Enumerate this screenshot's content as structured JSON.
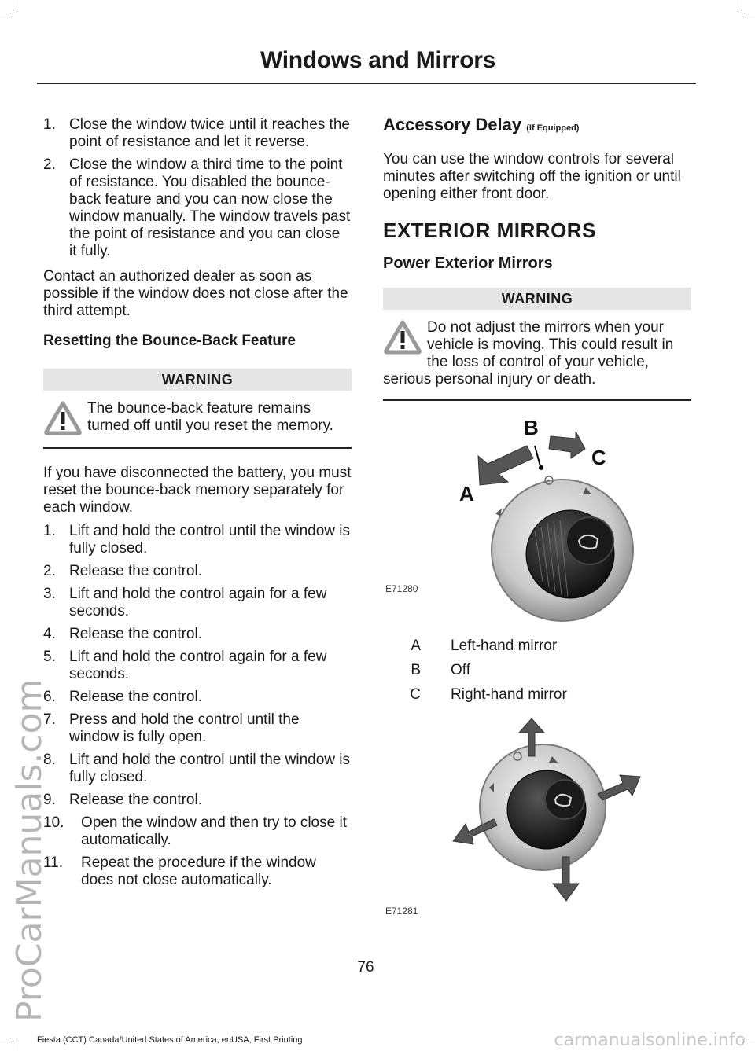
{
  "header": {
    "title": "Windows and Mirrors"
  },
  "watermark": "ProCarManuals.com",
  "left": {
    "steps_a": [
      {
        "num": "1.",
        "text": "Close the window twice until it reaches the point of resistance and let it reverse."
      },
      {
        "num": "2.",
        "text": "Close the window a third time to the point of resistance. You disabled the bounce-back feature and you can now close the window manually. The window travels past the point of resistance and you can close it fully."
      }
    ],
    "contact_para": "Contact an authorized dealer as soon as possible if the window does not close after the third attempt.",
    "reset_heading": "Resetting the Bounce-Back Feature",
    "warning1": {
      "head": "WARNING",
      "text": "The bounce-back feature remains turned off until you reset the memory."
    },
    "battery_para": "If you have disconnected the battery, you must reset the bounce-back memory separately for each window.",
    "steps_b": [
      {
        "num": "1.",
        "text": "Lift and hold the control until the window is fully closed."
      },
      {
        "num": "2.",
        "text": "Release the control."
      },
      {
        "num": "3.",
        "text": "Lift and hold the control again for a few seconds."
      },
      {
        "num": "4.",
        "text": "Release the control."
      },
      {
        "num": "5.",
        "text": "Lift and hold the control again for a few seconds."
      },
      {
        "num": "6.",
        "text": "Release the control."
      },
      {
        "num": "7.",
        "text": "Press and hold the control until the window is fully open."
      },
      {
        "num": "8.",
        "text": "Lift and hold the control until the window is fully closed."
      },
      {
        "num": "9.",
        "text": "Release the control."
      }
    ],
    "steps_c": [
      {
        "num": "10.",
        "text": "Open the window and then try to close it automatically."
      },
      {
        "num": "11.",
        "text": "Repeat the procedure if the window does not close automatically."
      }
    ]
  },
  "right": {
    "accessory_heading": "Accessory Delay",
    "accessory_tag": "(If Equipped)",
    "accessory_para": "You can use the window controls for several minutes after switching off the ignition or until opening either front door.",
    "section_heading": "EXTERIOR MIRRORS",
    "sub_heading": "Power Exterior Mirrors",
    "warning2": {
      "head": "WARNING",
      "text": "Do not adjust the mirrors when your vehicle is moving. This could result in the loss of control of your vehicle, serious personal injury or death."
    },
    "figure1": {
      "code": "E71280",
      "label_a": "A",
      "label_b": "B",
      "label_c": "C"
    },
    "legend": [
      {
        "key": "A",
        "value": "Left-hand mirror"
      },
      {
        "key": "B",
        "value": "Off"
      },
      {
        "key": "C",
        "value": "Right-hand mirror"
      }
    ],
    "figure2": {
      "code": "E71281"
    }
  },
  "page_number": "76",
  "footer": "Fiesta (CCT) Canada/United States of America, enUSA, First Printing",
  "brand_watermark": "carmanualsonline.info"
}
